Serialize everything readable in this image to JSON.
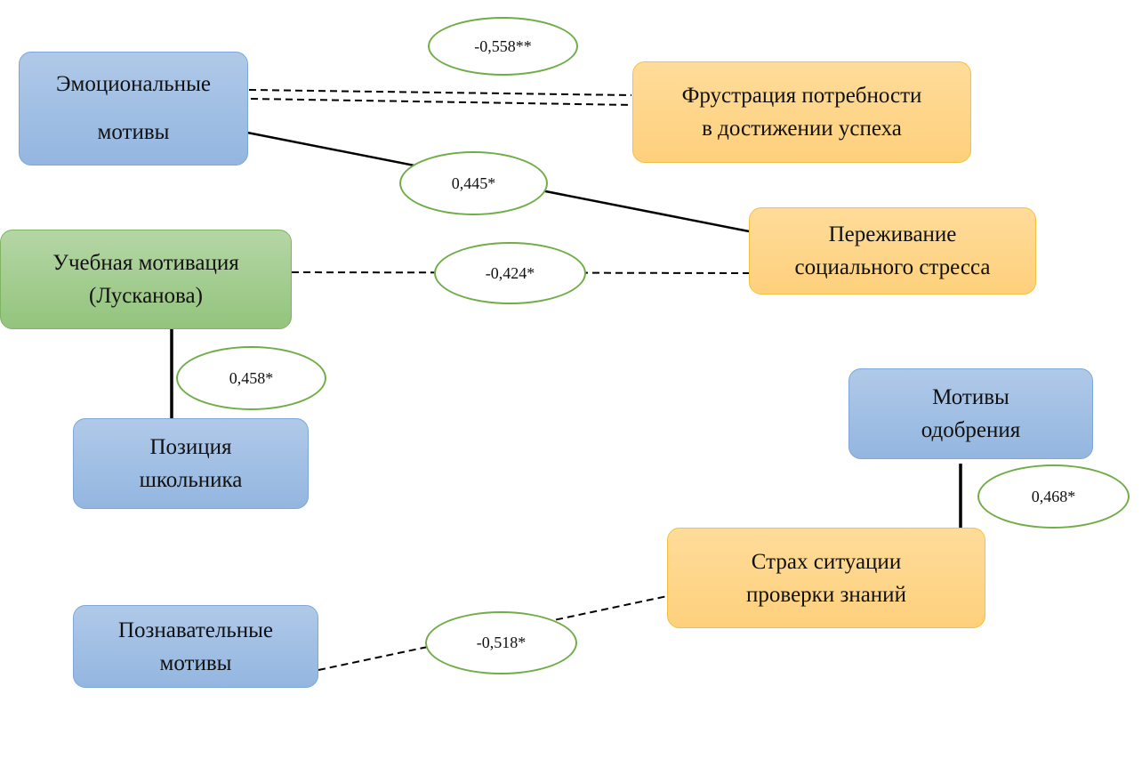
{
  "diagram": {
    "type": "correlation-diagram",
    "colors": {
      "motive_node": "#9dbde4",
      "learning_motivation_node": "#a6cf92",
      "anxiety_node": "#fed585",
      "label_border": "#70ad47",
      "line": "#000000"
    },
    "nodes": {
      "emotional": {
        "label": "Эмоциональные\nмотивы"
      },
      "frustration": {
        "label": "Фрустрация потребности\nв достижении успеха"
      },
      "social_stress": {
        "label": "Переживание\nсоциального стресса"
      },
      "learning_motivation": {
        "label": "Учебная мотивация\n(Лусканова)"
      },
      "student_position": {
        "label": "Позиция\nшкольника"
      },
      "approval": {
        "label": "Мотивы\nодобрения"
      },
      "test_fear": {
        "label": "Страх ситуации\nпроверки знаний"
      },
      "cognitive": {
        "label": "Познавательные\nмотивы"
      }
    },
    "edges": [
      {
        "from": "emotional",
        "to": "frustration",
        "value": "-0,558**",
        "style": "double-dashed"
      },
      {
        "from": "emotional",
        "to": "social_stress",
        "value": "0,445*",
        "style": "solid"
      },
      {
        "from": "learning_motivation",
        "to": "social_stress",
        "value": "-0,424*",
        "style": "dashed"
      },
      {
        "from": "learning_motivation",
        "to": "student_position",
        "value": "0,458*",
        "style": "solid"
      },
      {
        "from": "approval",
        "to": "test_fear",
        "value": "0,468*",
        "style": "solid"
      },
      {
        "from": "cognitive",
        "to": "test_fear",
        "value": "-0,518*",
        "style": "dashed"
      }
    ]
  }
}
